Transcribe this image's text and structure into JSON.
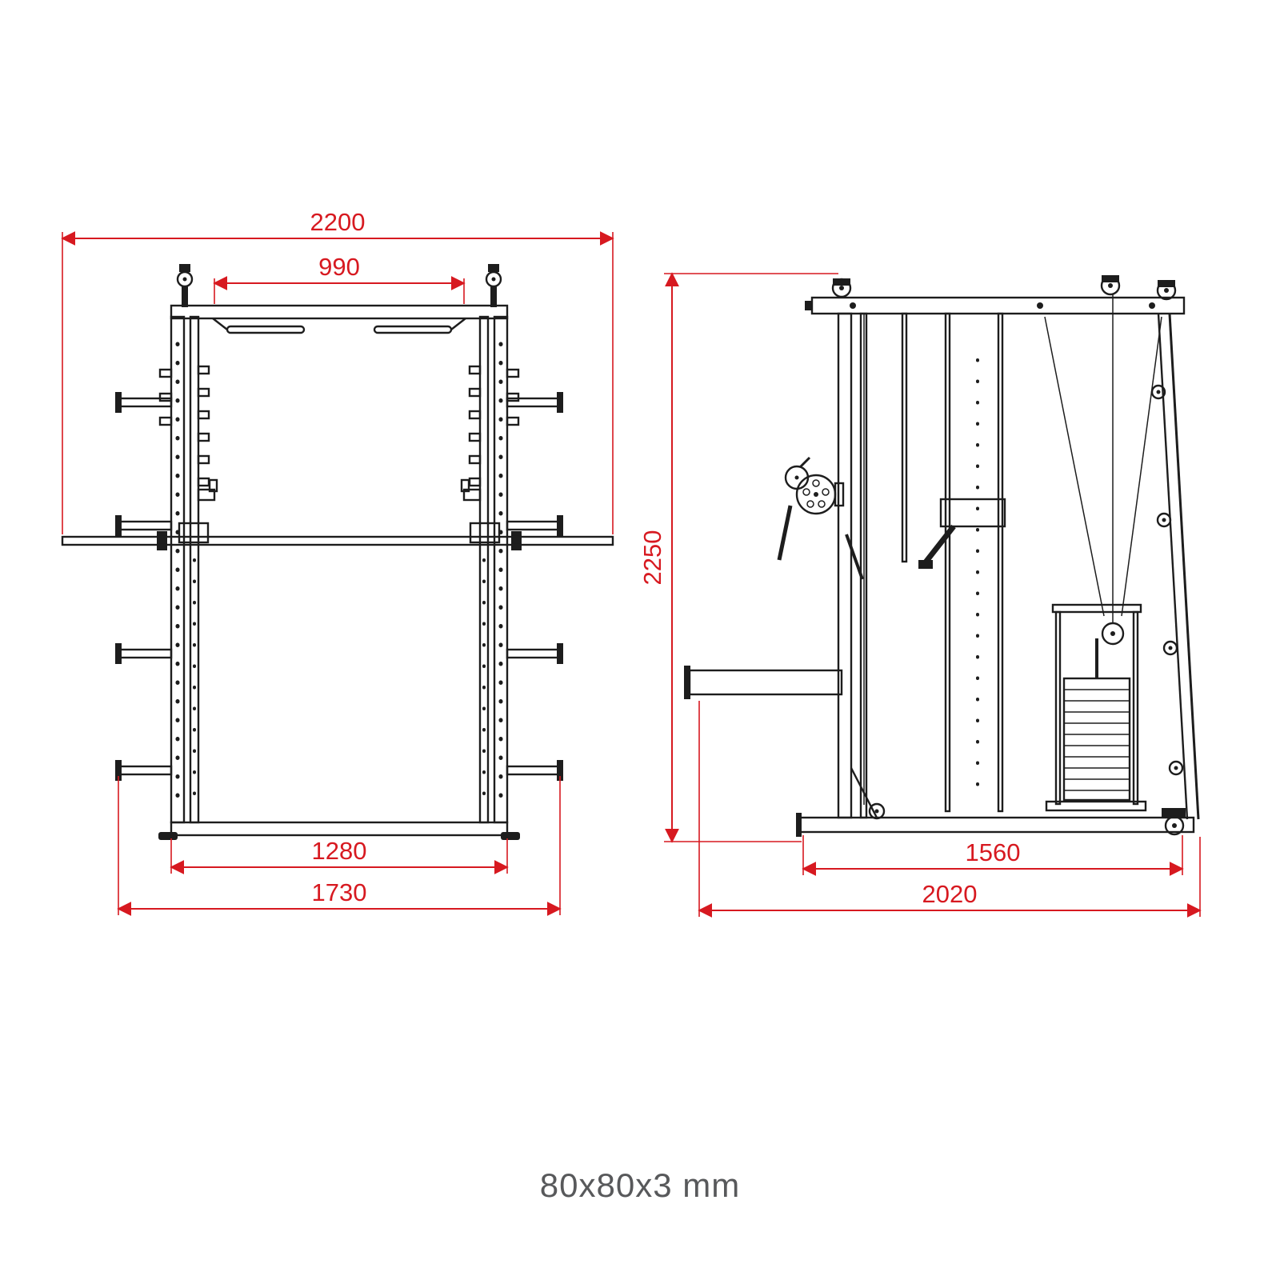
{
  "diagram": {
    "caption": "80x80x3 mm",
    "colors": {
      "dimension_lines": "#d71920",
      "drawing_lines": "#1d1d1d",
      "caption_text": "#58595b",
      "background": "#ffffff"
    },
    "front_view": {
      "dimensions": {
        "overall_width": "2200",
        "inner_top_width": "990",
        "base_inner_width": "1280",
        "base_outer_width": "1730"
      }
    },
    "side_view": {
      "dimensions": {
        "overall_height": "2250",
        "inner_depth": "1560",
        "overall_depth": "2020"
      }
    }
  }
}
